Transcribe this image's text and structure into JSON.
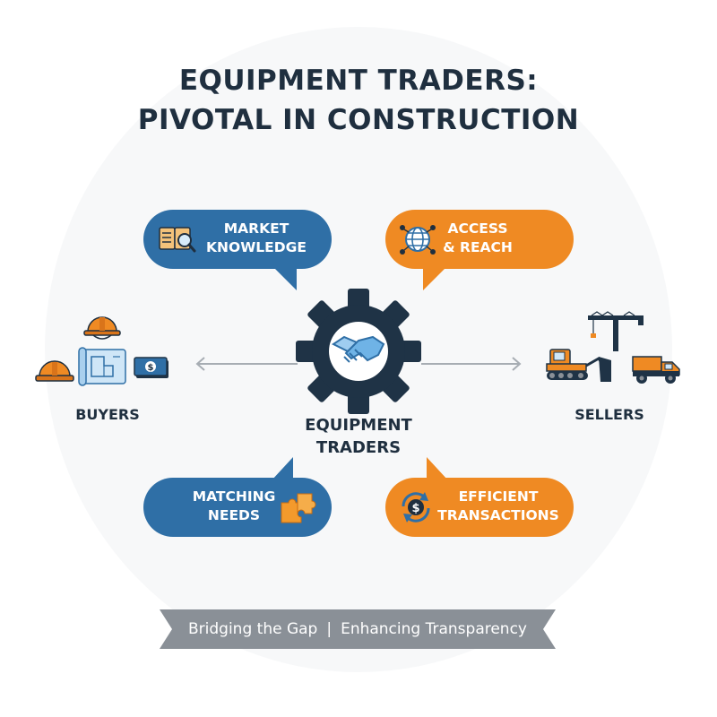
{
  "title": {
    "line1": "EQUIPMENT TRADERS:",
    "line2": "PIVOTAL IN CONSTRUCTION"
  },
  "center": {
    "line1": "EQUIPMENT",
    "line2": "TRADERS",
    "icon": "handshake-gear-icon"
  },
  "bubbles": {
    "market_knowledge": {
      "line1": "MARKET",
      "line2": "KNOWLEDGE",
      "icon": "book-magnifier-icon"
    },
    "access_reach": {
      "line1": "ACCESS",
      "line2": "& REACH",
      "icon": "globe-network-icon"
    },
    "matching_needs": {
      "line1": "MATCHING",
      "line2": "NEEDS",
      "icon": "puzzle-icon"
    },
    "efficient_transactions": {
      "line1": "EFFICIENT",
      "line2": "TRANSACTIONS",
      "icon": "dollar-cycle-icon"
    }
  },
  "buyers": {
    "label": "BUYERS",
    "icons": [
      "hard-hat-icon",
      "blueprint-icon",
      "money-icon"
    ]
  },
  "sellers": {
    "label": "SELLERS",
    "icons": [
      "crane-icon",
      "bulldozer-icon",
      "dump-truck-icon"
    ]
  },
  "banner": {
    "left": "Bridging the Gap",
    "separator": "|",
    "right": "Enhancing Transparency"
  },
  "colors": {
    "blue": "#2f6fa6",
    "orange": "#ef8a23",
    "navy": "#1f2f3f",
    "gray": "#8a9097"
  }
}
